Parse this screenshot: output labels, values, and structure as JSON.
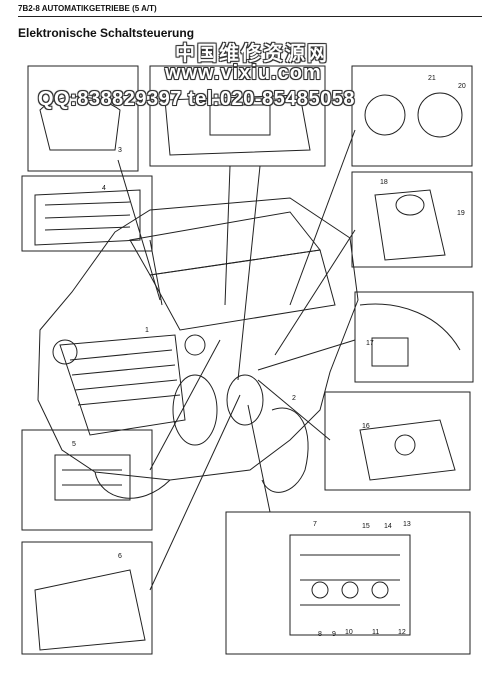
{
  "header": {
    "text": "7B2-8 AUTOMATIKGETRIEBE (5 A/T)"
  },
  "title": "Elektronische Schaltsteuerung",
  "watermark": {
    "chinese": "中国维修资源网",
    "url": "www.vixiu.com",
    "contact": "QQ:838829397 tel:020-85485058"
  },
  "callouts": [
    "1",
    "2",
    "3",
    "4",
    "5",
    "6",
    "7",
    "8",
    "9",
    "10",
    "11",
    "12",
    "13",
    "14",
    "15",
    "16",
    "17",
    "18",
    "19",
    "20",
    "21"
  ]
}
